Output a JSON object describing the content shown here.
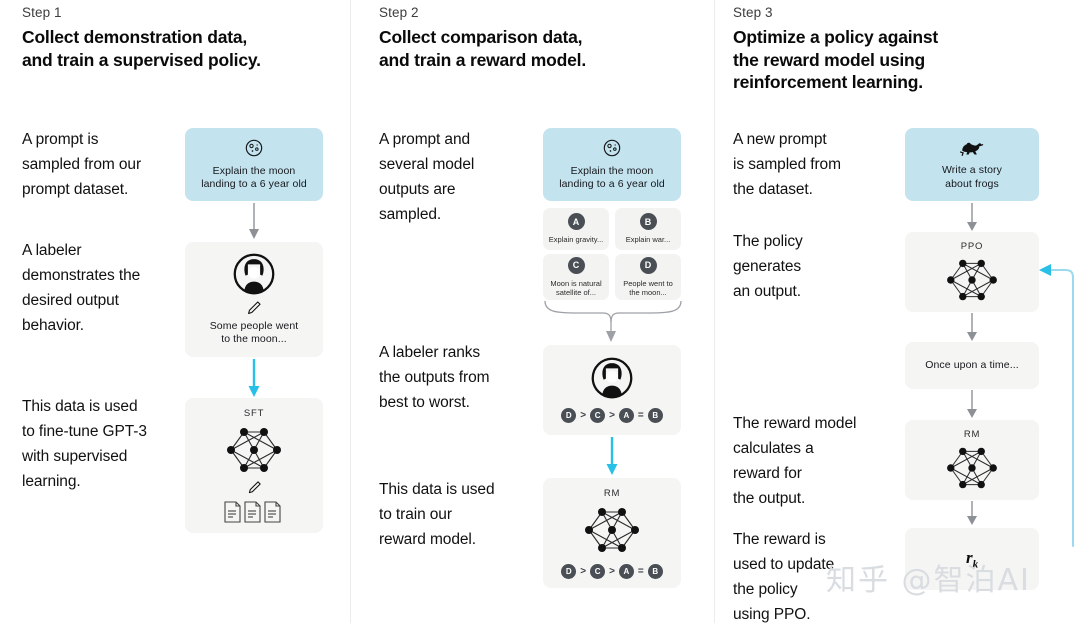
{
  "steps": [
    {
      "label": "Step 1",
      "title": "Collect demonstration data,\nand train a supervised policy.",
      "paragraphs": [
        "A prompt is\nsampled from our\nprompt dataset.",
        "A labeler\ndemonstrates the\ndesired output\nbehavior.",
        "This data is used\nto fine-tune GPT-3\nwith supervised\nlearning."
      ],
      "cards": [
        {
          "name": "prompt-card",
          "icon": "moon-icon",
          "text": "Explain the moon\nlanding to a 6 year old",
          "style": "blue"
        },
        {
          "name": "labeler-demo-card",
          "icon": "labeler-avatar-icon",
          "text": "Some people went\nto the moon...",
          "style": "gray"
        },
        {
          "name": "sft-model-card",
          "icon": "neural-net-icon",
          "label": "SFT",
          "style": "gray"
        }
      ]
    },
    {
      "label": "Step 2",
      "title": "Collect comparison data,\nand train a reward model.",
      "paragraphs": [
        "A prompt and\nseveral model\noutputs are\nsampled.",
        "A labeler ranks\nthe outputs from\nbest to worst.",
        "This data is used\nto train our\nreward model."
      ],
      "cards": [
        {
          "name": "prompt-card",
          "icon": "moon-icon",
          "text": "Explain the moon\nlanding to a 6 year old",
          "style": "blue"
        },
        {
          "name": "labeler-rank-card",
          "icon": "labeler-avatar-icon",
          "style": "gray"
        },
        {
          "name": "rm-model-card",
          "icon": "neural-net-icon",
          "label": "RM",
          "style": "gray"
        }
      ],
      "outputs": [
        {
          "badge": "A",
          "text": "Explain gravity..."
        },
        {
          "badge": "B",
          "text": "Explain war..."
        },
        {
          "badge": "C",
          "text": "Moon is natural\nsatellite of..."
        },
        {
          "badge": "D",
          "text": "People went to\nthe moon..."
        }
      ],
      "ranking": [
        {
          "badge": "D"
        },
        {
          "op": ">"
        },
        {
          "badge": "C"
        },
        {
          "op": ">"
        },
        {
          "badge": "A"
        },
        {
          "op": "="
        },
        {
          "badge": "B"
        }
      ]
    },
    {
      "label": "Step 3",
      "title": "Optimize a policy against\nthe reward model using\nreinforcement learning.",
      "paragraphs": [
        "A new prompt\nis sampled from\nthe dataset.",
        "The policy\ngenerates\nan output.",
        "The reward model\ncalculates a\nreward for\nthe output.",
        "The reward is\nused to update\nthe policy\nusing PPO."
      ],
      "cards": [
        {
          "name": "new-prompt-card",
          "icon": "frog-icon",
          "text": "Write a story\nabout frogs",
          "style": "blue"
        },
        {
          "name": "ppo-policy-card",
          "icon": "neural-net-icon",
          "label": "PPO",
          "style": "gray"
        },
        {
          "name": "generated-output-card",
          "text": "Once upon a time...",
          "style": "gray"
        },
        {
          "name": "rm-reward-card",
          "icon": "neural-net-icon",
          "label": "RM",
          "style": "gray"
        },
        {
          "name": "reward-value-card",
          "value": "r",
          "subscript": "k",
          "style": "gray"
        }
      ]
    }
  ],
  "watermark": "知乎 @智泊AI",
  "colors": {
    "prompt_card": "#c3e3ef",
    "model_card": "#f5f5f4",
    "accent_arrow": "#29c0e8",
    "gray_arrow": "#8d9196",
    "badge": "#4a4f55"
  }
}
